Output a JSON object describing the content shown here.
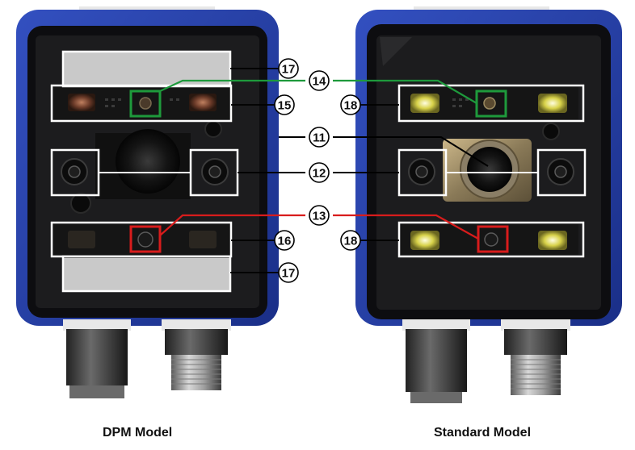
{
  "captions": {
    "dpm": "DPM Model",
    "standard": "Standard Model"
  },
  "callouts": {
    "c11": "11",
    "c12": "12",
    "c13": "13",
    "c14": "14",
    "c15": "15",
    "c16": "16",
    "c17_top": "17",
    "c17_bottom": "17",
    "c18_top": "18",
    "c18_bottom": "18"
  },
  "colors": {
    "housing_blue": "#2440a8",
    "face_black": "#1c1c1e",
    "callout_box": "#ffffff",
    "callout_green": "#1e9a3c",
    "callout_red": "#d81c1c",
    "led_yellow": "#d8d24a",
    "diffuser_gray": "#c9c9c9"
  }
}
